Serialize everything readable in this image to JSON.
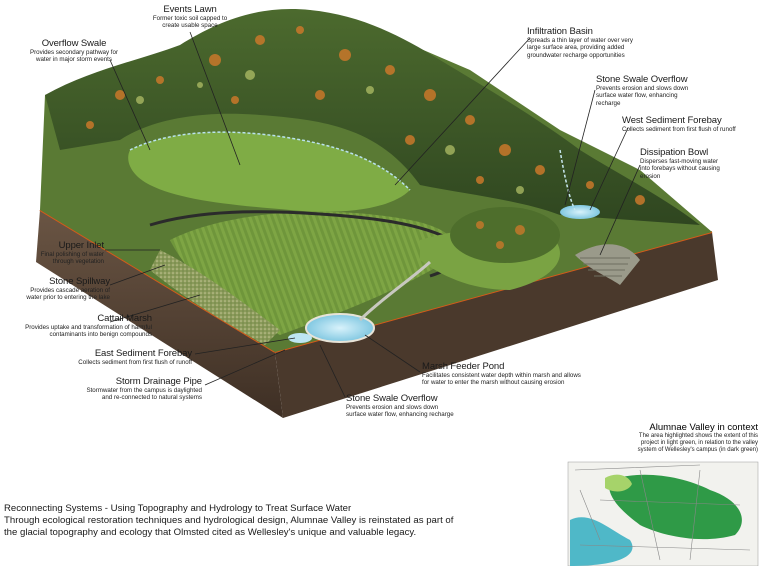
{
  "labels": {
    "events_lawn": {
      "title": "Events Lawn",
      "desc": [
        "Former toxic soil capped to",
        "create usable space"
      ]
    },
    "overflow_swale": {
      "title": "Overflow Swale",
      "desc": [
        "Provides secondary pathway for",
        "water in major storm events"
      ]
    },
    "infiltration_basin": {
      "title": "Infiltration Basin",
      "desc": [
        "Spreads a thin layer of water over very",
        "large surface area, providing added",
        "groundwater recharge opportunities"
      ]
    },
    "stone_swale_overflow_top": {
      "title": "Stone Swale Overflow",
      "desc": [
        "Prevents erosion and slows down",
        "surface water flow, enhancing",
        "recharge"
      ]
    },
    "west_sediment_forebay": {
      "title": "West Sediment Forebay",
      "desc": [
        "Collects sediment from first flush of runoff"
      ]
    },
    "dissipation_bowl": {
      "title": "Dissipation Bowl",
      "desc": [
        "Disperses fast-moving water",
        "into forebays without causing",
        "erosion"
      ]
    },
    "upper_inlet": {
      "title": "Upper Inlet",
      "desc": [
        "Final polishing of water",
        "through vegetation"
      ]
    },
    "stone_spillway": {
      "title": "Stone Spillway",
      "desc": [
        "Provides cascade aeration of",
        "water prior to entering the lake"
      ]
    },
    "cattail_marsh": {
      "title": "Cattail Marsh",
      "desc": [
        "Provides uptake and transformation of harmful",
        "contaminants into benign compounds"
      ]
    },
    "east_sediment_forebay": {
      "title": "East Sediment Forebay",
      "desc": [
        "Collects sediment from first flush of runoff"
      ]
    },
    "storm_drainage_pipe": {
      "title": "Storm Drainage Pipe",
      "desc": [
        "Stormwater from the campus is daylighted",
        "and re-connected to natural systems"
      ]
    },
    "marsh_feeder_pond": {
      "title": "Marsh Feeder Pond",
      "desc": [
        "Facilitates consistent water depth within marsh and allows",
        "for water to enter the marsh without causing erosion"
      ]
    },
    "stone_swale_overflow_bottom": {
      "title": "Stone Swale Overflow",
      "desc": [
        "Prevents erosion and slows down",
        "surface water flow, enhancing recharge"
      ]
    }
  },
  "context": {
    "title": "Alumnae Valley in context",
    "desc": [
      "The area highlighted shows the extent of this",
      "project in light green, in relation to the valley",
      "system of Wellesley's campus (in dark green)"
    ]
  },
  "caption": {
    "heading": "Reconnecting Systems - Using Topography and Hydrology to Treat Surface Water",
    "body": [
      "Through ecological restoration techniques and hydrological design, Alumnae Valley is reinstated as part of",
      "the glacial topography and ecology that Olmsted cited as Wellesley's unique and valuable legacy."
    ]
  },
  "colors": {
    "lawn": "#6f9a3a",
    "lawn_light": "#8fb552",
    "forest": "#3f5a2a",
    "autumn": "#c9782a",
    "soil": "#5a4636",
    "water": "#8fd0e6",
    "map_green": "#2f9a47",
    "map_water": "#4fb8c8"
  }
}
